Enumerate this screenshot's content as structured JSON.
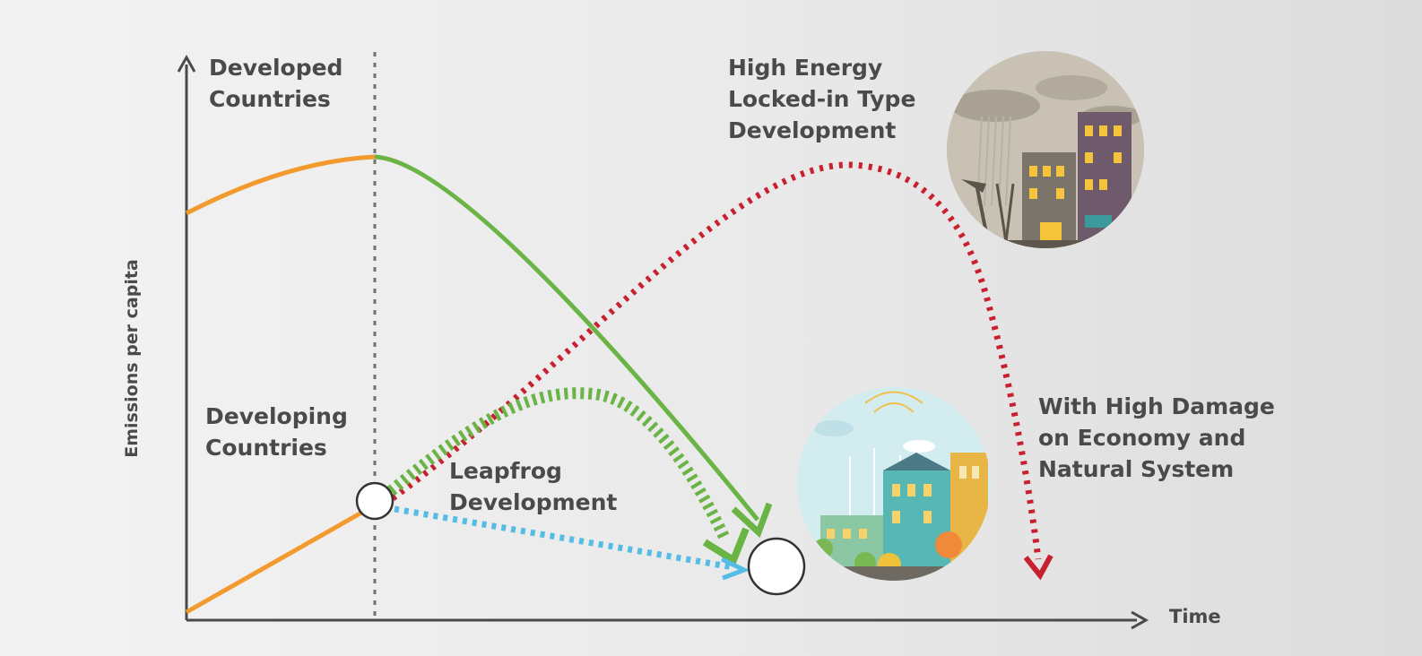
{
  "axes": {
    "y_label": "Emissions per capita",
    "x_label": "Time"
  },
  "labels": {
    "developed": [
      "Developed",
      "Countries"
    ],
    "developing": [
      "Developing",
      "Countries"
    ],
    "high_energy": [
      "High Energy",
      "Locked-in Type",
      "Development"
    ],
    "leapfrog": [
      "Leapfrog",
      "Development"
    ],
    "high_damage": [
      "With High Damage",
      "on Economy and",
      "Natural System"
    ]
  },
  "colors": {
    "developed_path": "#f39a2e",
    "developing_path": "#f39a2e",
    "sustainable_decline": "#6ab446",
    "leapfrog_path": "#6ab446",
    "direct_path": "#55bde5",
    "high_energy_path": "#c8202f",
    "axis": "#4a4a4a",
    "background": "#ececec"
  },
  "illustrations": {
    "polluted_city": "polluted-city-illustration",
    "green_city": "green-city-illustration"
  }
}
